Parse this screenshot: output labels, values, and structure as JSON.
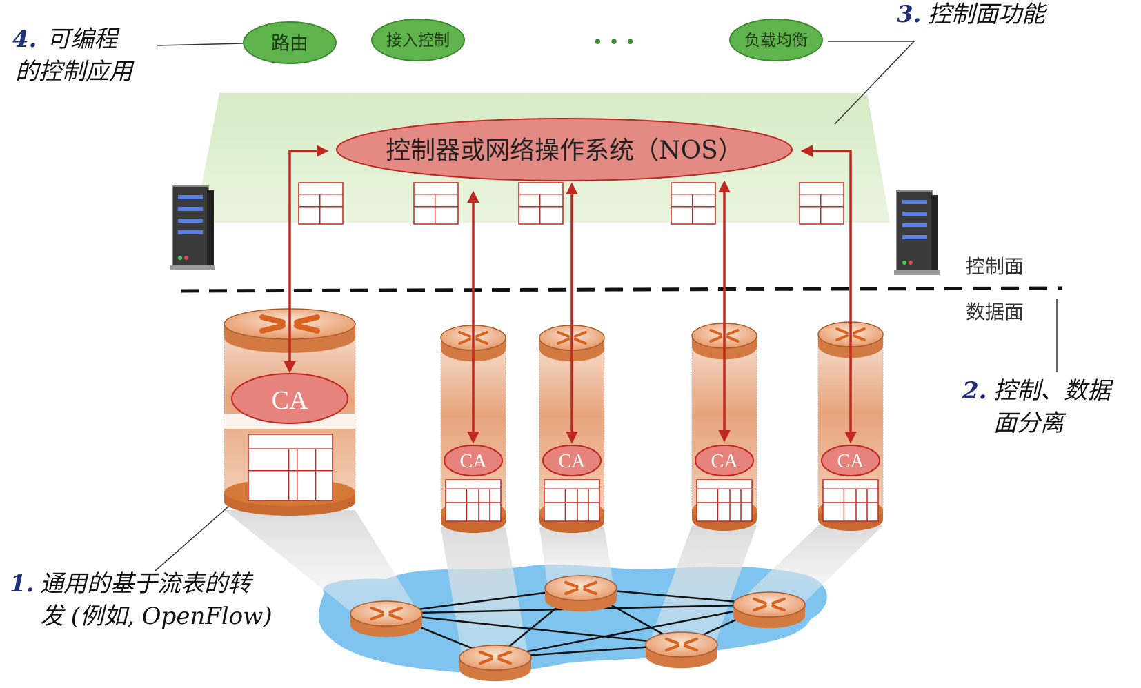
{
  "labels": {
    "programmable_apps": {
      "num": "4.",
      "line1": "可编程",
      "line2": "的控制应用"
    },
    "control_plane_functions": {
      "num": "3.",
      "text": "控制面功能"
    },
    "separation": {
      "num": "2.",
      "line1": "控制、数据",
      "line2": "面分离"
    },
    "forwarding": {
      "num": "1.",
      "line1": "通用的基于流表的转",
      "line2": "发 (例如, OpenFlow)"
    }
  },
  "apps": [
    "路由",
    "接入控制",
    "负载均衡"
  ],
  "apps_ellipsis": "• • •",
  "nos": "控制器或网络操作系统（NOS）",
  "control_plane": "控制面",
  "data_plane": "数据面",
  "ca": "CA",
  "colors": {
    "app_fill": "#5fb44e",
    "nos_fill": "#e38a84",
    "arrow": "#c0271e",
    "table": "#c0271e",
    "control_band": "#d9ecc9",
    "network": "#7ec4ee",
    "router": "#e59862"
  }
}
